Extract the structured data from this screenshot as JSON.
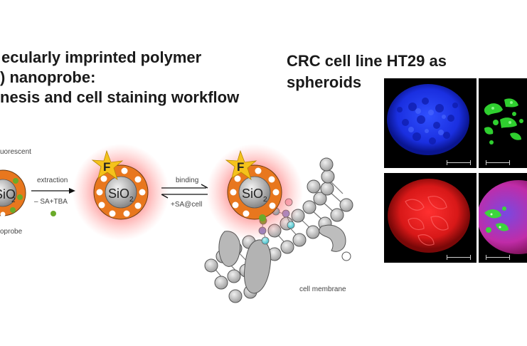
{
  "left_title": {
    "line1": "ecularly imprinted polymer",
    "line2": ") nanoprobe:",
    "line3": "nesis and cell staining workflow"
  },
  "right_title": {
    "line1": "CRC cell line HT29 as",
    "line2": "spheroids"
  },
  "labels": {
    "fluorescent": "uorescent",
    "nanoprobe": "oprobe",
    "extraction": "extraction",
    "extraction_sub": "– SA+TBA",
    "binding": "binding",
    "binding_sub": "+SA@cell",
    "cell_membrane": "cell membrane",
    "fluor_letter": "F",
    "silica": "SiO",
    "silica_sub": "2"
  },
  "colors": {
    "shell": "#e8771e",
    "core": "#a6a6a6",
    "star": "#f5c21b",
    "glow": "#ff3d3d",
    "template": "#6aaa2a",
    "nucleus_stain": "#1f35ff",
    "green_stain": "#2fcf2f",
    "red_stain": "#e01818"
  },
  "microscopy": {
    "panels": [
      "blue-nuclei",
      "green-probe",
      "red-membrane",
      "merge"
    ]
  }
}
